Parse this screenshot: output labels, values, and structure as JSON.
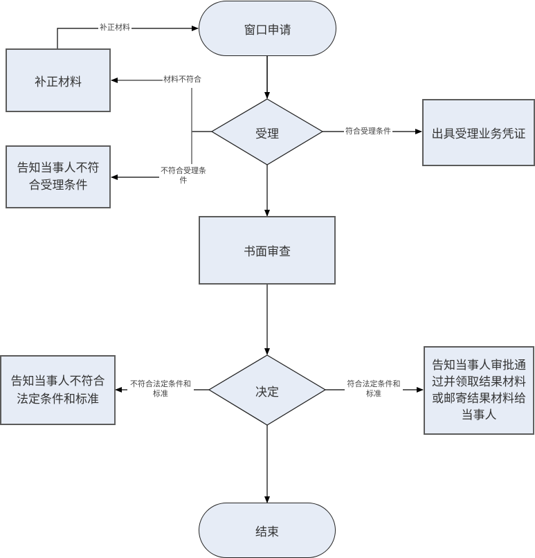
{
  "diagram": {
    "nodes": {
      "window_apply": "窗口申请",
      "supplement": "补正材料",
      "accept": "受理",
      "issue_certificate": "出具受理业务凭证",
      "notify_not_accept": "告知当事人不符合受理条件",
      "written_review": "书面审查",
      "decide": "决定",
      "notify_not_legal": "告知当事人不符合法定条件和标准",
      "notify_approved": "告知当事人审批通过并领取结果材料或邮寄结果材料给当事人",
      "end": "结束"
    },
    "edges": {
      "supplement_to_apply": "补正材料",
      "material_mismatch": "材料不符合",
      "meets_accept": "符合受理条件",
      "not_meets_accept": "不符合受理条件",
      "not_meets_legal": "不符合法定条件和标准",
      "meets_legal": "符合法定条件和标准"
    },
    "colors": {
      "node_fill": "#e6ecf6",
      "line": "#000000"
    }
  }
}
